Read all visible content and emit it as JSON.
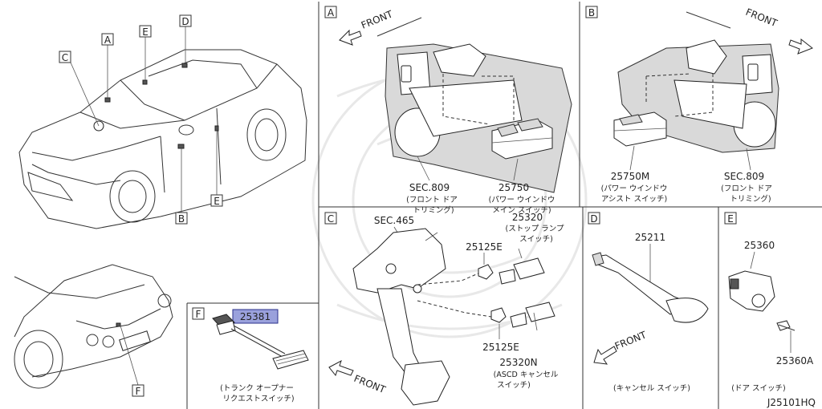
{
  "diagram": {
    "ref_code": "J25101HQ",
    "car_callouts": [
      "A",
      "B",
      "C",
      "D",
      "E",
      "E",
      "F"
    ],
    "panels": {
      "A": {
        "letter": "A",
        "front": "FRONT",
        "parts": [
          {
            "code": "SEC.809",
            "desc1": "(フロント ドア",
            "desc2": "トリミング)"
          },
          {
            "code": "25750",
            "desc1": "(パワー ウインドウ",
            "desc2": "メイン スイッチ)"
          }
        ]
      },
      "B": {
        "letter": "B",
        "front": "FRONT",
        "parts": [
          {
            "code": "25750M",
            "desc1": "(パワー ウインドウ",
            "desc2": "アシスト スイッチ)"
          },
          {
            "code": "SEC.809",
            "desc1": "(フロント ドア",
            "desc2": "トリミング)"
          }
        ]
      },
      "C": {
        "letter": "C",
        "front": "FRONT",
        "sec": "SEC.465",
        "parts": [
          {
            "code": "25320",
            "desc1": "(ストップ ランプ",
            "desc2": "スイッチ)"
          },
          {
            "code": "25125E"
          },
          {
            "code": "25125E"
          },
          {
            "code": "25320N",
            "desc1": "(ASCD キャンセル",
            "desc2": "スイッチ)"
          }
        ]
      },
      "D": {
        "letter": "D",
        "front": "FRONT",
        "parts": [
          {
            "code": "25211",
            "desc1": "(キャンセル スイッチ)"
          }
        ]
      },
      "E": {
        "letter": "E",
        "parts": [
          {
            "code": "25360",
            "desc1": "(ドア スイッチ)"
          },
          {
            "code": "25360A"
          }
        ]
      },
      "F": {
        "letter": "F",
        "parts": [
          {
            "code": "25381",
            "desc1": "(トランク オープナー",
            "desc2": "リクエストスイッチ)",
            "highlighted": true
          }
        ]
      }
    }
  }
}
